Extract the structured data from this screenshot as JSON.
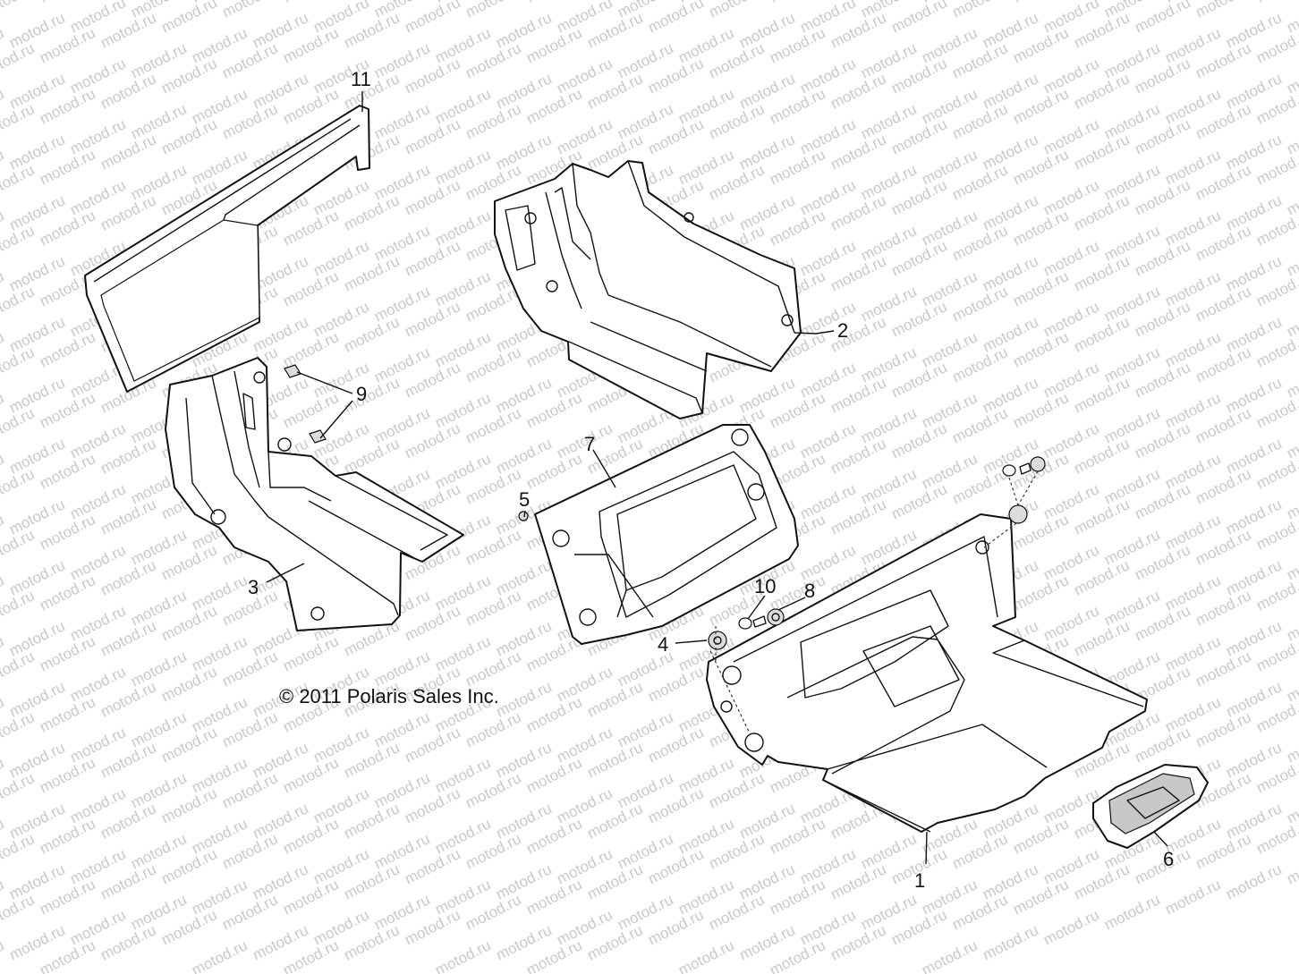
{
  "watermark": {
    "text": "motod.ru"
  },
  "copyright": "© 2011 Polaris Sales Inc.",
  "callouts": [
    {
      "label": "1"
    },
    {
      "label": "2"
    },
    {
      "label": "3"
    },
    {
      "label": "4"
    },
    {
      "label": "5"
    },
    {
      "label": "6"
    },
    {
      "label": "7"
    },
    {
      "label": "8"
    },
    {
      "label": "9"
    },
    {
      "label": "10"
    },
    {
      "label": "11"
    }
  ],
  "colors": {
    "line": "#111111",
    "watermark": "#c9c9c9",
    "background": "#ffffff"
  }
}
